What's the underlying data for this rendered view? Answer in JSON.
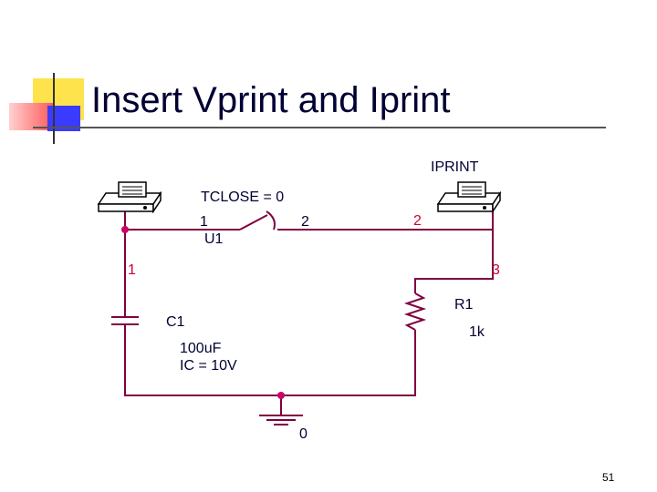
{
  "slide": {
    "title": "Insert Vprint and Iprint",
    "page_number": "51",
    "colors": {
      "wire": "#800040",
      "node": "#cc0066",
      "label": "#cc0033",
      "text": "#000033",
      "accent_yellow": "#ffe34d",
      "accent_red": "#ff5a5a",
      "accent_blue": "#3b3bff"
    }
  },
  "circuit": {
    "iprint_label": "IPRINT",
    "switch": {
      "param": "TCLOSE = 0",
      "pin1": "1",
      "pin2": "2",
      "ref": "U1"
    },
    "capacitor": {
      "ref": "C1",
      "value": "100uF",
      "ic": "IC = 10V"
    },
    "resistor": {
      "ref": "R1",
      "value": "1k"
    },
    "nodes": {
      "n1": "1",
      "n2": "2",
      "n3": "3",
      "ground": "0"
    },
    "icons": [
      "vprint-printer-icon",
      "iprint-printer-icon",
      "ground-icon"
    ]
  }
}
